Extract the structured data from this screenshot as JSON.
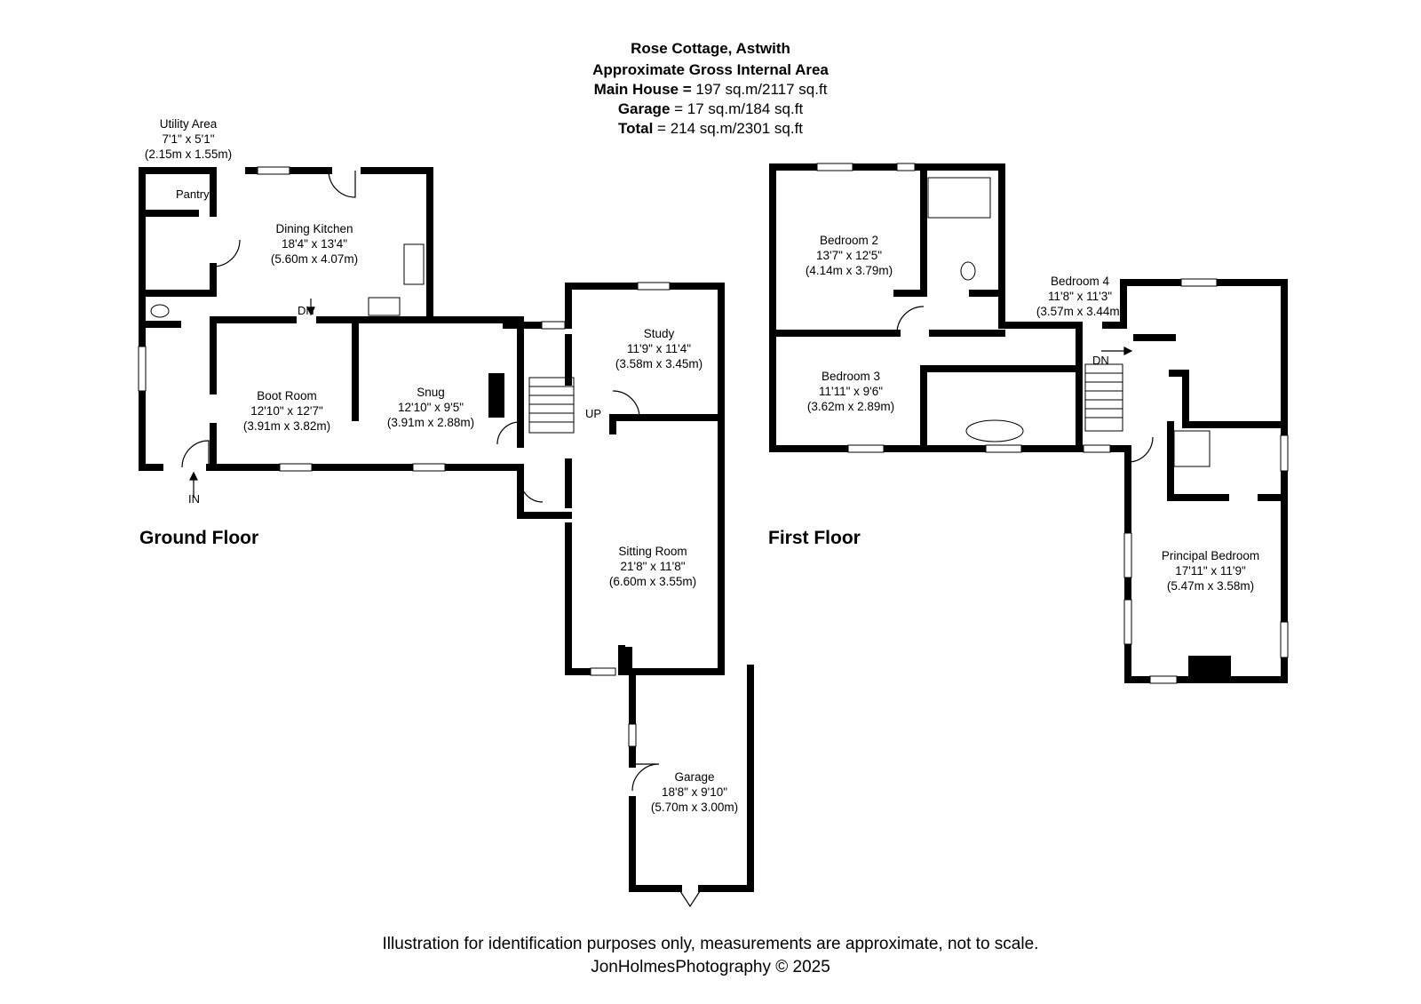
{
  "header": {
    "title": "Rose Cottage, Astwith",
    "subtitle": "Approximate Gross Internal Area",
    "main_house_label": "Main House =",
    "main_house_value": " 197 sq.m/2117 sq.ft",
    "garage_label": "Garage",
    "garage_value": " = 17 sq.m/184 sq.ft",
    "total_label": "Total",
    "total_value": " = 214 sq.m/2301 sq.ft"
  },
  "floors": {
    "ground": "Ground Floor",
    "first": "First Floor"
  },
  "rooms": {
    "utility": {
      "name": "Utility Area",
      "imperial": "7'1\" x 5'1\"",
      "metric": "(2.15m x 1.55m)"
    },
    "pantry": {
      "name": "Pantry"
    },
    "dining_kitchen": {
      "name": "Dining Kitchen",
      "imperial": "18'4\" x 13'4\"",
      "metric": "(5.60m x 4.07m)"
    },
    "boot_room": {
      "name": "Boot Room",
      "imperial": "12'10\" x 12'7\"",
      "metric": "(3.91m x 3.82m)"
    },
    "snug": {
      "name": "Snug",
      "imperial": "12'10\" x 9'5\"",
      "metric": "(3.91m x 2.88m)"
    },
    "study": {
      "name": "Study",
      "imperial": "11'9\" x 11'4\"",
      "metric": "(3.58m x 3.45m)"
    },
    "sitting_room": {
      "name": "Sitting Room",
      "imperial": "21'8\" x 11'8\"",
      "metric": "(6.60m x 3.55m)"
    },
    "garage": {
      "name": "Garage",
      "imperial": "18'8\" x 9'10\"",
      "metric": "(5.70m x 3.00m)"
    },
    "bedroom2": {
      "name": "Bedroom 2",
      "imperial": "13'7\" x 12'5\"",
      "metric": "(4.14m x 3.79m)"
    },
    "bedroom3": {
      "name": "Bedroom 3",
      "imperial": "11'11\" x 9'6\"",
      "metric": "(3.62m x 2.89m)"
    },
    "bedroom4": {
      "name": "Bedroom 4",
      "imperial": "11'8\" x 11'3\"",
      "metric": "(3.57m x 3.44m)"
    },
    "principal": {
      "name": "Principal Bedroom",
      "imperial": "17'11\" x 11'9\"",
      "metric": "(5.47m x 3.58m)"
    }
  },
  "markers": {
    "in": "IN",
    "dn_ground": "DN",
    "up": "UP",
    "dn_first": "DN"
  },
  "footer": {
    "disclaimer": "Illustration for identification purposes only, measurements are approximate, not to scale.",
    "credit": "JonHolmesPhotography © 2025"
  },
  "colors": {
    "wall": "#000000",
    "background": "#ffffff",
    "window": "#cccccc"
  }
}
